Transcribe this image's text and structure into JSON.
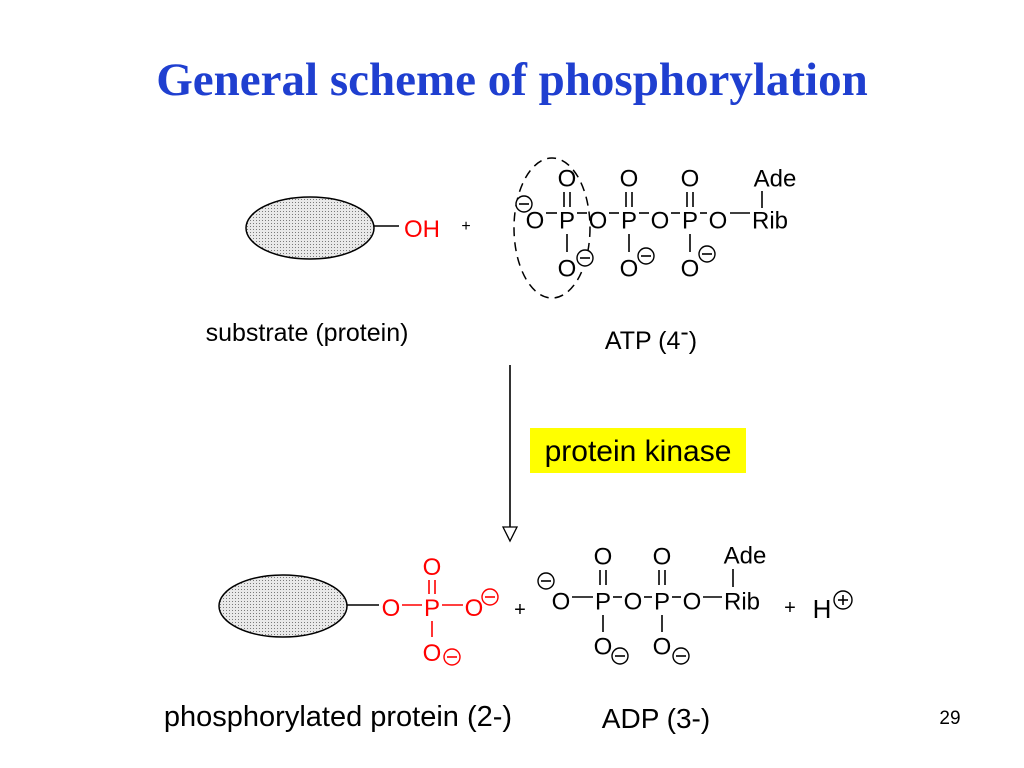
{
  "slide": {
    "title": "General scheme of phosphorylation",
    "page_number": "29",
    "colors": {
      "title": "#1f3fd0",
      "phosphate": "#ff0000",
      "highlight": "#ffff00",
      "text": "#000000"
    }
  },
  "reaction": {
    "substrate": {
      "group": "OH",
      "label": "substrate (protein)"
    },
    "reactant_plus": "+",
    "atp": {
      "top_oxygens": [
        "O",
        "O",
        "O"
      ],
      "base": "Ade",
      "chain": [
        "O",
        "P",
        "O",
        "P",
        "O",
        "P",
        "O",
        "Rib"
      ],
      "bottom_oxygens": [
        "O",
        "O",
        "O"
      ],
      "label": "ATP (4",
      "label_charge": "-",
      "label_end": ")"
    },
    "enzyme": "protein kinase",
    "phosphorylated_protein": {
      "top_oxygen": "O",
      "chain": [
        "O",
        "P",
        "O"
      ],
      "bottom_oxygen": "O",
      "label": "phosphorylated protein (2-)"
    },
    "product_plus_1": "+",
    "adp": {
      "top_oxygens": [
        "O",
        "O"
      ],
      "base": "Ade",
      "chain": [
        "O",
        "P",
        "O",
        "P",
        "O",
        "Rib"
      ],
      "bottom_oxygens": [
        "O",
        "O"
      ],
      "label": "ADP (3-)"
    },
    "product_plus_2": "+",
    "proton": "H"
  },
  "icons": {
    "negative_charge": "negative-charge-icon",
    "positive_charge": "positive-charge-icon",
    "reaction_arrow": "down-arrow-icon"
  }
}
